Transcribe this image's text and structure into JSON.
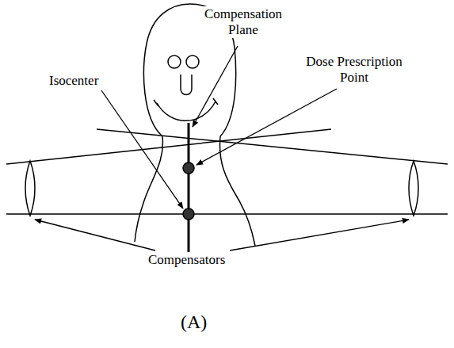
{
  "diagram": {
    "labels": [
      "Compensation Plane",
      "Dose Prescription Point",
      "Isocenter",
      "Compensators",
      "(A)"
    ]
  }
}
